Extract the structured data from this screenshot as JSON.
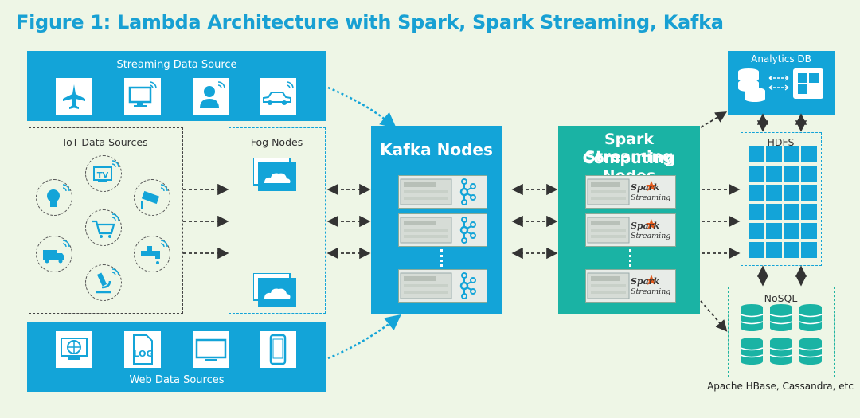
{
  "title": "Figure 1:  Lambda Architecture with Spark, Spark Streaming, Kafka",
  "streaming_source": {
    "label": "Streaming Data Source",
    "icons": [
      "airplane-icon",
      "monitor-icon",
      "person-icon",
      "car-icon"
    ]
  },
  "iot": {
    "label": "IoT Data Sources",
    "icons": [
      "tv-icon",
      "lightbulb-icon",
      "camera-icon",
      "cart-icon",
      "truck-icon",
      "faucet-icon",
      "microscope-icon"
    ],
    "tv_text": "TV"
  },
  "fog": {
    "label": "Fog Nodes"
  },
  "web_source": {
    "label": "Web Data Sources",
    "icons": [
      "globe-monitor-icon",
      "log-file-icon",
      "tv-screen-icon",
      "phone-icon"
    ],
    "log_text": "LOG"
  },
  "kafka": {
    "label": "Kafka Nodes"
  },
  "spark": {
    "label_line1": "Spark Streaming",
    "label_line2": "Computing Nodes",
    "logo_top": "Spark",
    "logo_bottom": "Streaming"
  },
  "analytics_db": {
    "label": "Analytics DB"
  },
  "hdfs": {
    "label": "HDFS"
  },
  "nosql": {
    "label": "NoSQL",
    "caption": "Apache HBase, Cassandra, etc"
  },
  "colors": {
    "title": "#18a0d3",
    "blue": "#13a4d8",
    "teal": "#1ab3a4",
    "background": "#eef6e6"
  }
}
